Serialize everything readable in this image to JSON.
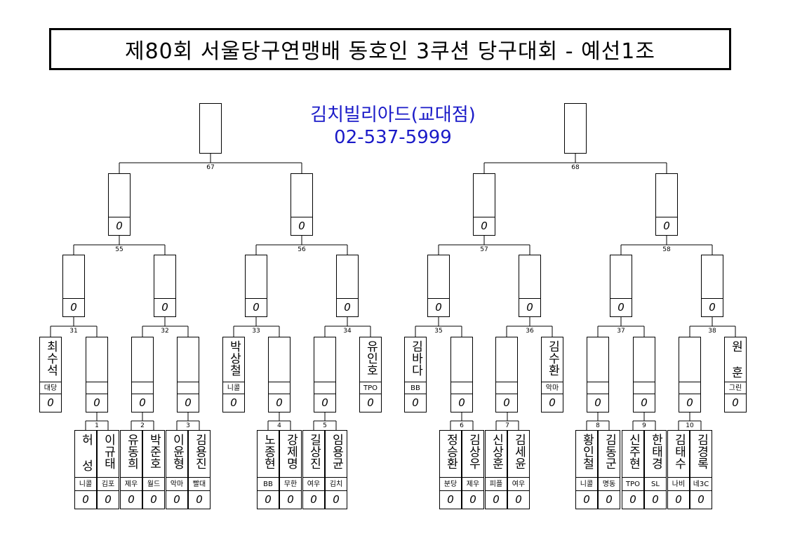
{
  "title": "제80회 서울당구연맹배 동호인 3쿠션 당구대회 - 예선1조",
  "venue": {
    "name": "김치빌리아드(교대점)",
    "phone": "02-537-5999"
  },
  "score_mark": "0",
  "match_labels": {
    "m67": "67",
    "m68": "68",
    "m55": "55",
    "m56": "56",
    "m57": "57",
    "m58": "58",
    "m31": "31",
    "m32": "32",
    "m33": "33",
    "m34": "34",
    "m35": "35",
    "m36": "36",
    "m37": "37",
    "m38": "38",
    "m1": "1",
    "m2": "2",
    "m3": "3",
    "m4": "4",
    "m5": "5",
    "m6": "6",
    "m7": "7",
    "m8": "8",
    "m9": "9",
    "m10": "10"
  },
  "seeded": [
    {
      "name": "최수석",
      "club": "대당"
    },
    {
      "name": "박상철",
      "club": "니콜"
    },
    {
      "name": "유인호",
      "club": "TPO"
    },
    {
      "name": "김바다",
      "club": "BB"
    },
    {
      "name": "김수환",
      "club": "악마"
    },
    {
      "name": "원 훈",
      "club": "그린"
    }
  ],
  "first_round": [
    {
      "name": "허 성",
      "club": "니콜"
    },
    {
      "name": "이규태",
      "club": "김포"
    },
    {
      "name": "유동희",
      "club": "제우"
    },
    {
      "name": "박준호",
      "club": "월드"
    },
    {
      "name": "이윤형",
      "club": "악마"
    },
    {
      "name": "김용진",
      "club": "빨대"
    },
    {
      "name": "노종현",
      "club": "BB"
    },
    {
      "name": "강제명",
      "club": "무한"
    },
    {
      "name": "길상진",
      "club": "여우"
    },
    {
      "name": "임용균",
      "club": "김치"
    },
    {
      "name": "정승환",
      "club": "분당"
    },
    {
      "name": "김상우",
      "club": "제우"
    },
    {
      "name": "신상훈",
      "club": "피플"
    },
    {
      "name": "김세윤",
      "club": "여우"
    },
    {
      "name": "황인철",
      "club": "니콜"
    },
    {
      "name": "김동군",
      "club": "명동"
    },
    {
      "name": "신주현",
      "club": "TPO"
    },
    {
      "name": "한태경",
      "club": "SL"
    },
    {
      "name": "김태수",
      "club": "나비"
    },
    {
      "name": "김경록",
      "club": "네3C"
    }
  ]
}
